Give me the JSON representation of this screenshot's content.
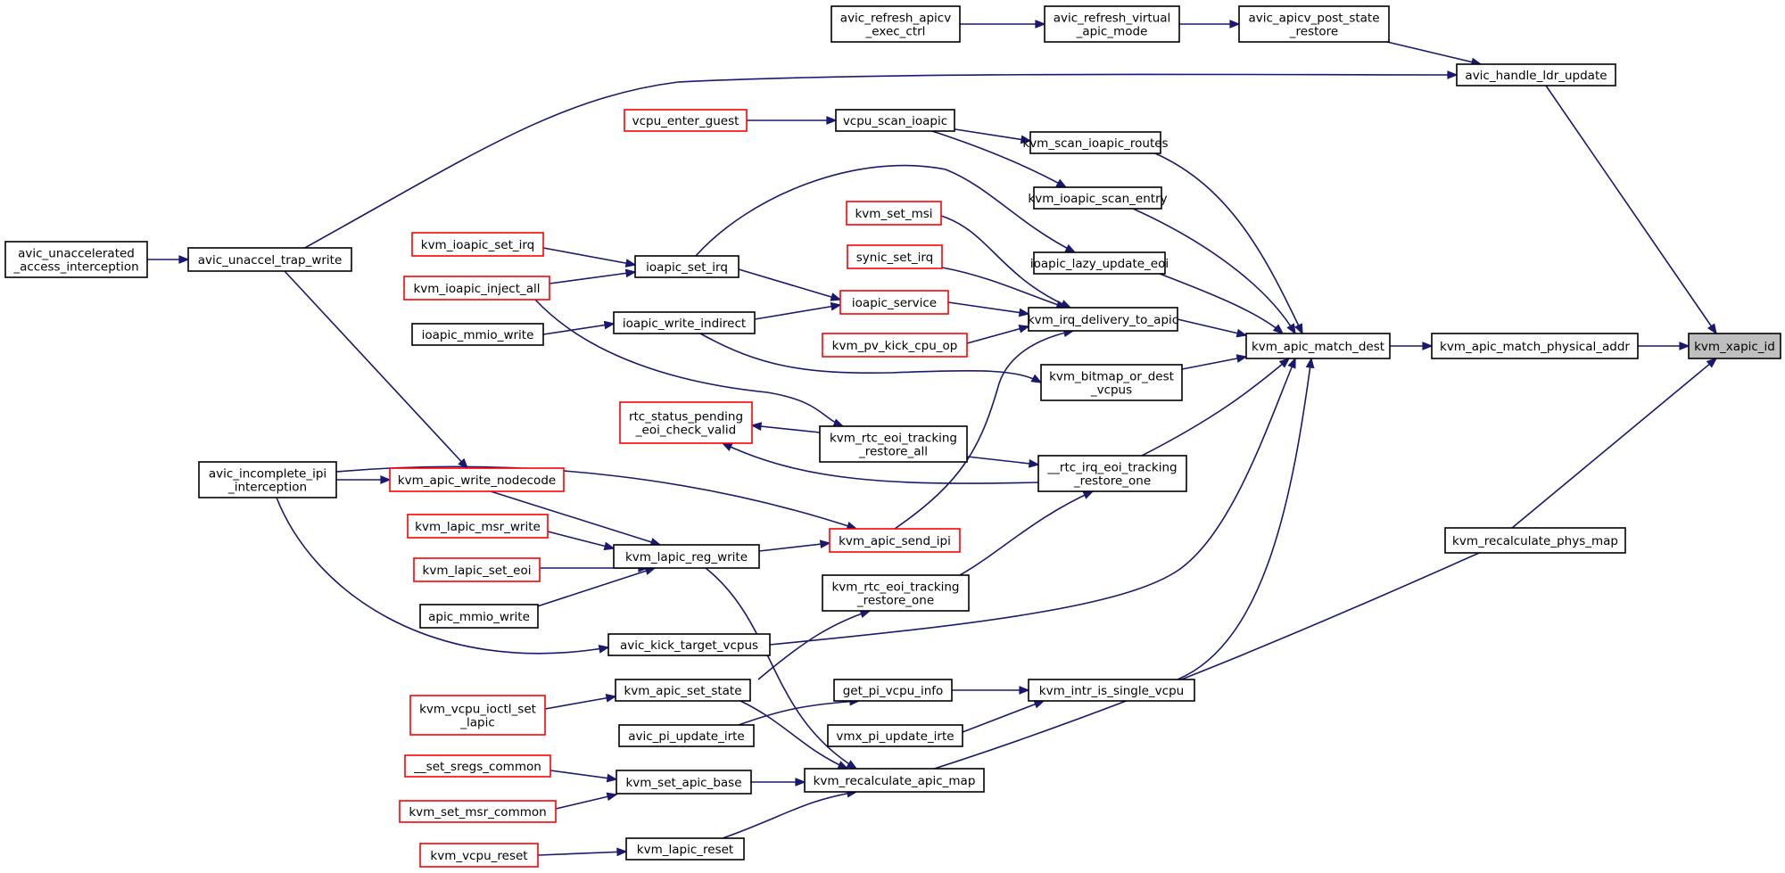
{
  "graph": {
    "kind": "caller-graph",
    "focus": "kvm_xapic_id",
    "colors": {
      "edge": "#191970",
      "node_border": "#000000",
      "truncated_border": "#ff0000",
      "focus_fill": "#bfbfbf",
      "node_fill": "#ffffff"
    },
    "nodes": [
      {
        "id": "kvm_xapic_id",
        "lines": [
          "kvm_xapic_id"
        ],
        "style": "focus"
      },
      {
        "id": "kvm_apic_match_physical_addr",
        "lines": [
          "kvm_apic_match_physical_addr"
        ],
        "style": "normal"
      },
      {
        "id": "kvm_recalculate_phys_map",
        "lines": [
          "kvm_recalculate_phys_map"
        ],
        "style": "normal"
      },
      {
        "id": "avic_handle_ldr_update",
        "lines": [
          "avic_handle_ldr_update"
        ],
        "style": "normal"
      },
      {
        "id": "kvm_apic_match_dest",
        "lines": [
          "kvm_apic_match_dest"
        ],
        "style": "normal"
      },
      {
        "id": "avic_apicv_post_state_restore",
        "lines": [
          "avic_apicv_post_state",
          "_restore"
        ],
        "style": "normal"
      },
      {
        "id": "avic_refresh_virtual_apic_mode",
        "lines": [
          "avic_refresh_virtual",
          "_apic_mode"
        ],
        "style": "normal"
      },
      {
        "id": "avic_refresh_apicv_exec_ctrl",
        "lines": [
          "avic_refresh_apicv",
          "_exec_ctrl"
        ],
        "style": "normal"
      },
      {
        "id": "kvm_scan_ioapic_routes",
        "lines": [
          "kvm_scan_ioapic_routes"
        ],
        "style": "normal"
      },
      {
        "id": "vcpu_scan_ioapic",
        "lines": [
          "vcpu_scan_ioapic"
        ],
        "style": "normal"
      },
      {
        "id": "vcpu_enter_guest",
        "lines": [
          "vcpu_enter_guest"
        ],
        "style": "truncated"
      },
      {
        "id": "kvm_ioapic_scan_entry",
        "lines": [
          "kvm_ioapic_scan_entry"
        ],
        "style": "normal"
      },
      {
        "id": "ioapic_lazy_update_eoi",
        "lines": [
          "ioapic_lazy_update_eoi"
        ],
        "style": "normal"
      },
      {
        "id": "kvm_irq_delivery_to_apic",
        "lines": [
          "kvm_irq_delivery_to_apic"
        ],
        "style": "normal"
      },
      {
        "id": "kvm_bitmap_or_dest_vcpus",
        "lines": [
          "kvm_bitmap_or_dest",
          "_vcpus"
        ],
        "style": "normal"
      },
      {
        "id": "__rtc_irq_eoi_tracking_restore_one",
        "lines": [
          "__rtc_irq_eoi_tracking",
          "_restore_one"
        ],
        "style": "normal"
      },
      {
        "id": "kvm_intr_is_single_vcpu",
        "lines": [
          "kvm_intr_is_single_vcpu"
        ],
        "style": "normal"
      },
      {
        "id": "avic_kick_target_vcpus",
        "lines": [
          "avic_kick_target_vcpus"
        ],
        "style": "normal"
      },
      {
        "id": "kvm_set_msi",
        "lines": [
          "kvm_set_msi"
        ],
        "style": "truncated"
      },
      {
        "id": "synic_set_irq",
        "lines": [
          "synic_set_irq"
        ],
        "style": "truncated"
      },
      {
        "id": "ioapic_service",
        "lines": [
          "ioapic_service"
        ],
        "style": "truncated"
      },
      {
        "id": "kvm_pv_kick_cpu_op",
        "lines": [
          "kvm_pv_kick_cpu_op"
        ],
        "style": "truncated"
      },
      {
        "id": "kvm_apic_send_ipi",
        "lines": [
          "kvm_apic_send_ipi"
        ],
        "style": "truncated"
      },
      {
        "id": "ioapic_set_irq",
        "lines": [
          "ioapic_set_irq"
        ],
        "style": "normal"
      },
      {
        "id": "ioapic_write_indirect",
        "lines": [
          "ioapic_write_indirect"
        ],
        "style": "normal"
      },
      {
        "id": "kvm_rtc_eoi_tracking_restore_all",
        "lines": [
          "kvm_rtc_eoi_tracking",
          "_restore_all"
        ],
        "style": "normal"
      },
      {
        "id": "kvm_rtc_eoi_tracking_restore_one",
        "lines": [
          "kvm_rtc_eoi_tracking",
          "_restore_one"
        ],
        "style": "normal"
      },
      {
        "id": "rtc_status_pending_eoi_check_valid",
        "lines": [
          "rtc_status_pending",
          "_eoi_check_valid"
        ],
        "style": "truncated"
      },
      {
        "id": "kvm_ioapic_set_irq",
        "lines": [
          "kvm_ioapic_set_irq"
        ],
        "style": "truncated"
      },
      {
        "id": "kvm_ioapic_inject_all",
        "lines": [
          "kvm_ioapic_inject_all"
        ],
        "style": "truncated"
      },
      {
        "id": "ioapic_mmio_write",
        "lines": [
          "ioapic_mmio_write"
        ],
        "style": "normal"
      },
      {
        "id": "kvm_lapic_reg_write",
        "lines": [
          "kvm_lapic_reg_write"
        ],
        "style": "normal"
      },
      {
        "id": "kvm_apic_write_nodecode",
        "lines": [
          "kvm_apic_write_nodecode"
        ],
        "style": "truncated"
      },
      {
        "id": "kvm_lapic_msr_write",
        "lines": [
          "kvm_lapic_msr_write"
        ],
        "style": "truncated"
      },
      {
        "id": "kvm_lapic_set_eoi",
        "lines": [
          "kvm_lapic_set_eoi"
        ],
        "style": "truncated"
      },
      {
        "id": "apic_mmio_write",
        "lines": [
          "apic_mmio_write"
        ],
        "style": "normal"
      },
      {
        "id": "avic_unaccel_trap_write",
        "lines": [
          "avic_unaccel_trap_write"
        ],
        "style": "normal"
      },
      {
        "id": "avic_unaccelerated_access_interception",
        "lines": [
          "avic_unaccelerated",
          "_access_interception"
        ],
        "style": "normal"
      },
      {
        "id": "avic_incomplete_ipi_interception",
        "lines": [
          "avic_incomplete_ipi",
          "_interception"
        ],
        "style": "normal"
      },
      {
        "id": "get_pi_vcpu_info",
        "lines": [
          "get_pi_vcpu_info"
        ],
        "style": "normal"
      },
      {
        "id": "vmx_pi_update_irte",
        "lines": [
          "vmx_pi_update_irte"
        ],
        "style": "normal"
      },
      {
        "id": "avic_pi_update_irte",
        "lines": [
          "avic_pi_update_irte"
        ],
        "style": "normal"
      },
      {
        "id": "kvm_recalculate_apic_map",
        "lines": [
          "kvm_recalculate_apic_map"
        ],
        "style": "normal"
      },
      {
        "id": "kvm_apic_set_state",
        "lines": [
          "kvm_apic_set_state"
        ],
        "style": "normal"
      },
      {
        "id": "kvm_vcpu_ioctl_set_lapic",
        "lines": [
          "kvm_vcpu_ioctl_set",
          "_lapic"
        ],
        "style": "truncated"
      },
      {
        "id": "kvm_set_apic_base",
        "lines": [
          "kvm_set_apic_base"
        ],
        "style": "normal"
      },
      {
        "id": "__set_sregs_common",
        "lines": [
          "__set_sregs_common"
        ],
        "style": "truncated"
      },
      {
        "id": "kvm_set_msr_common",
        "lines": [
          "kvm_set_msr_common"
        ],
        "style": "truncated"
      },
      {
        "id": "kvm_lapic_reset",
        "lines": [
          "kvm_lapic_reset"
        ],
        "style": "normal"
      },
      {
        "id": "kvm_vcpu_reset",
        "lines": [
          "kvm_vcpu_reset"
        ],
        "style": "truncated"
      }
    ],
    "edges": [
      {
        "from": "kvm_apic_match_physical_addr",
        "to": "kvm_xapic_id"
      },
      {
        "from": "kvm_recalculate_phys_map",
        "to": "kvm_xapic_id"
      },
      {
        "from": "avic_handle_ldr_update",
        "to": "kvm_xapic_id"
      },
      {
        "from": "kvm_apic_match_dest",
        "to": "kvm_apic_match_physical_addr"
      },
      {
        "from": "kvm_recalculate_apic_map",
        "to": "kvm_recalculate_phys_map"
      },
      {
        "from": "avic_apicv_post_state_restore",
        "to": "avic_handle_ldr_update"
      },
      {
        "from": "avic_unaccel_trap_write",
        "to": "avic_handle_ldr_update"
      },
      {
        "from": "avic_refresh_virtual_apic_mode",
        "to": "avic_apicv_post_state_restore"
      },
      {
        "from": "avic_refresh_apicv_exec_ctrl",
        "to": "avic_refresh_virtual_apic_mode"
      },
      {
        "from": "kvm_scan_ioapic_routes",
        "to": "kvm_apic_match_dest"
      },
      {
        "from": "kvm_ioapic_scan_entry",
        "to": "kvm_apic_match_dest"
      },
      {
        "from": "ioapic_lazy_update_eoi",
        "to": "kvm_apic_match_dest"
      },
      {
        "from": "kvm_irq_delivery_to_apic",
        "to": "kvm_apic_match_dest"
      },
      {
        "from": "kvm_bitmap_or_dest_vcpus",
        "to": "kvm_apic_match_dest"
      },
      {
        "from": "__rtc_irq_eoi_tracking_restore_one",
        "to": "kvm_apic_match_dest"
      },
      {
        "from": "avic_kick_target_vcpus",
        "to": "kvm_apic_match_dest"
      },
      {
        "from": "kvm_intr_is_single_vcpu",
        "to": "kvm_apic_match_dest"
      },
      {
        "from": "vcpu_scan_ioapic",
        "to": "kvm_scan_ioapic_routes"
      },
      {
        "from": "vcpu_enter_guest",
        "to": "vcpu_scan_ioapic"
      },
      {
        "from": "vcpu_scan_ioapic",
        "to": "kvm_ioapic_scan_entry"
      },
      {
        "from": "ioapic_set_irq",
        "to": "ioapic_lazy_update_eoi"
      },
      {
        "from": "kvm_set_msi",
        "to": "kvm_irq_delivery_to_apic"
      },
      {
        "from": "synic_set_irq",
        "to": "kvm_irq_delivery_to_apic"
      },
      {
        "from": "ioapic_service",
        "to": "kvm_irq_delivery_to_apic"
      },
      {
        "from": "kvm_pv_kick_cpu_op",
        "to": "kvm_irq_delivery_to_apic"
      },
      {
        "from": "kvm_apic_send_ipi",
        "to": "kvm_irq_delivery_to_apic"
      },
      {
        "from": "ioapic_write_indirect",
        "to": "kvm_bitmap_or_dest_vcpus"
      },
      {
        "from": "kvm_rtc_eoi_tracking_restore_all",
        "to": "__rtc_irq_eoi_tracking_restore_one"
      },
      {
        "from": "kvm_rtc_eoi_tracking_restore_one",
        "to": "__rtc_irq_eoi_tracking_restore_one"
      },
      {
        "from": "__rtc_irq_eoi_tracking_restore_one",
        "to": "rtc_status_pending_eoi_check_valid"
      },
      {
        "from": "kvm_rtc_eoi_tracking_restore_all",
        "to": "rtc_status_pending_eoi_check_valid"
      },
      {
        "from": "get_pi_vcpu_info",
        "to": "kvm_intr_is_single_vcpu"
      },
      {
        "from": "vmx_pi_update_irte",
        "to": "kvm_intr_is_single_vcpu"
      },
      {
        "from": "avic_pi_update_irte",
        "to": "get_pi_vcpu_info"
      },
      {
        "from": "ioapic_set_irq",
        "to": "ioapic_service"
      },
      {
        "from": "ioapic_write_indirect",
        "to": "ioapic_service"
      },
      {
        "from": "kvm_ioapic_set_irq",
        "to": "ioapic_set_irq"
      },
      {
        "from": "kvm_ioapic_inject_all",
        "to": "ioapic_set_irq"
      },
      {
        "from": "kvm_ioapic_inject_all",
        "to": "kvm_rtc_eoi_tracking_restore_all"
      },
      {
        "from": "ioapic_mmio_write",
        "to": "ioapic_write_indirect"
      },
      {
        "from": "kvm_lapic_reg_write",
        "to": "kvm_apic_send_ipi"
      },
      {
        "from": "avic_incomplete_ipi_interception",
        "to": "kvm_apic_send_ipi"
      },
      {
        "from": "kvm_apic_set_state",
        "to": "kvm_rtc_eoi_tracking_restore_one"
      },
      {
        "from": "kvm_apic_write_nodecode",
        "to": "kvm_lapic_reg_write"
      },
      {
        "from": "kvm_lapic_msr_write",
        "to": "kvm_lapic_reg_write"
      },
      {
        "from": "kvm_lapic_set_eoi",
        "to": "kvm_lapic_reg_write"
      },
      {
        "from": "apic_mmio_write",
        "to": "kvm_lapic_reg_write"
      },
      {
        "from": "avic_unaccel_trap_write",
        "to": "kvm_apic_write_nodecode"
      },
      {
        "from": "avic_incomplete_ipi_interception",
        "to": "kvm_apic_write_nodecode"
      },
      {
        "from": "avic_unaccelerated_access_interception",
        "to": "avic_unaccel_trap_write"
      },
      {
        "from": "avic_incomplete_ipi_interception",
        "to": "avic_kick_target_vcpus"
      },
      {
        "from": "kvm_vcpu_ioctl_set_lapic",
        "to": "kvm_apic_set_state"
      },
      {
        "from": "kvm_lapic_reg_write",
        "to": "kvm_recalculate_apic_map"
      },
      {
        "from": "kvm_apic_set_state",
        "to": "kvm_recalculate_apic_map"
      },
      {
        "from": "kvm_set_apic_base",
        "to": "kvm_recalculate_apic_map"
      },
      {
        "from": "kvm_lapic_reset",
        "to": "kvm_recalculate_apic_map"
      },
      {
        "from": "__set_sregs_common",
        "to": "kvm_set_apic_base"
      },
      {
        "from": "kvm_set_msr_common",
        "to": "kvm_set_apic_base"
      },
      {
        "from": "kvm_vcpu_reset",
        "to": "kvm_lapic_reset"
      }
    ]
  }
}
